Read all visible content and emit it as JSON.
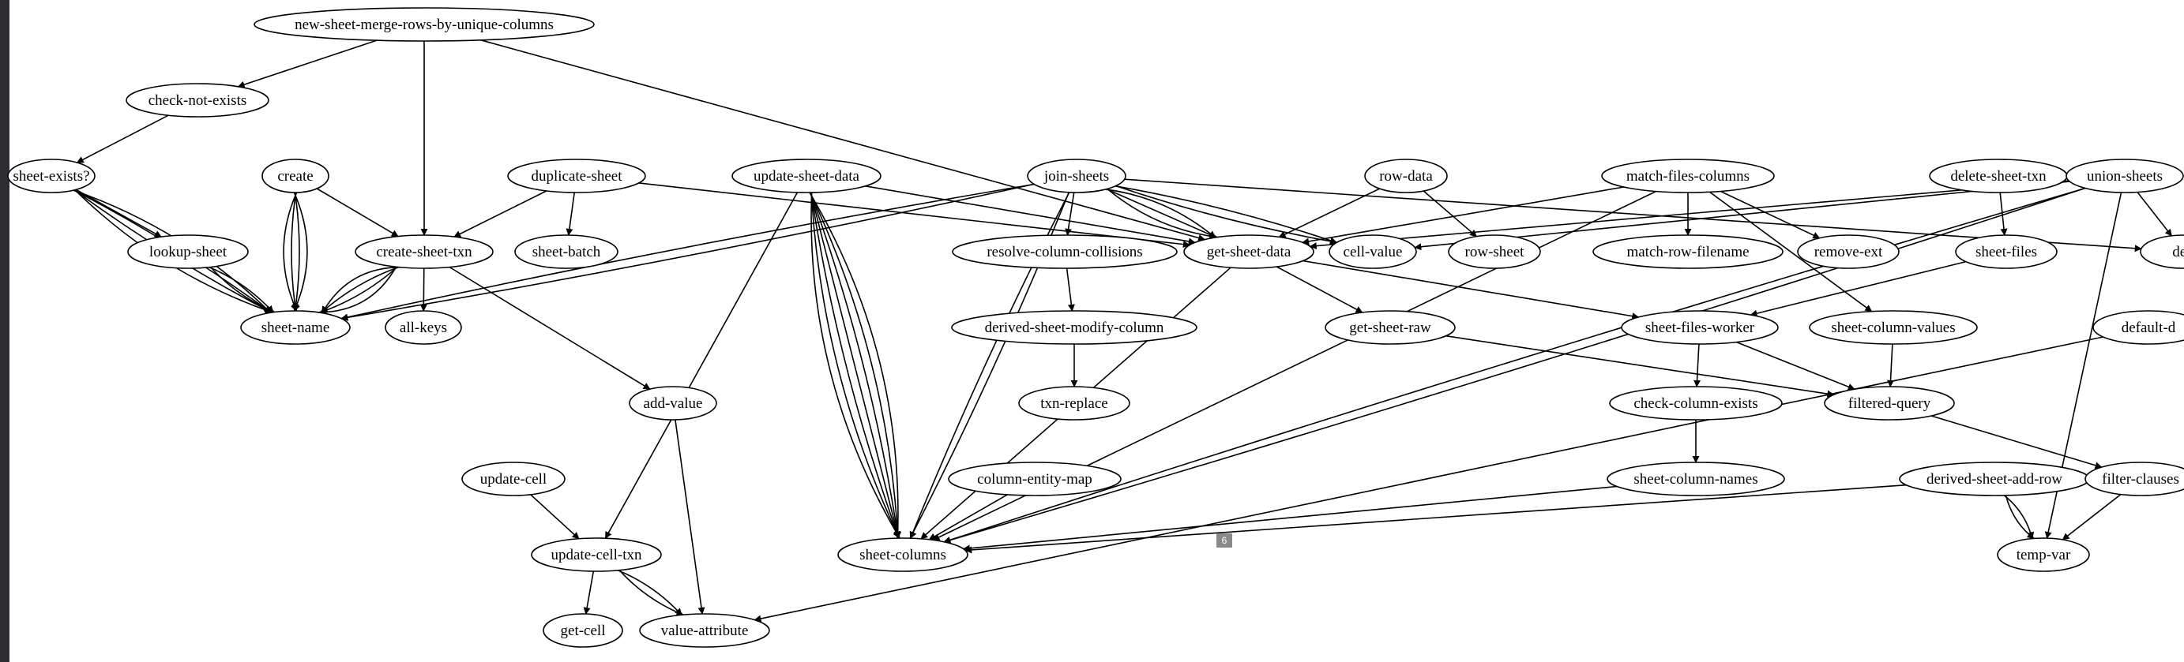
{
  "nodes": [
    {
      "id": "new-sheet-merge-rows-by-unique-columns",
      "label": "new-sheet-merge-rows-by-unique-columns"
    },
    {
      "id": "check-not-exists",
      "label": "check-not-exists"
    },
    {
      "id": "sheet-exists?",
      "label": "sheet-exists?"
    },
    {
      "id": "create",
      "label": "create"
    },
    {
      "id": "duplicate-sheet",
      "label": "duplicate-sheet"
    },
    {
      "id": "update-sheet-data",
      "label": "update-sheet-data"
    },
    {
      "id": "join-sheets",
      "label": "join-sheets"
    },
    {
      "id": "row-data",
      "label": "row-data"
    },
    {
      "id": "match-files-columns",
      "label": "match-files-columns"
    },
    {
      "id": "delete-sheet-txn",
      "label": "delete-sheet-txn"
    },
    {
      "id": "union-sheets",
      "label": "union-sheets"
    },
    {
      "id": "lookup-sheet",
      "label": "lookup-sheet"
    },
    {
      "id": "create-sheet-txn",
      "label": "create-sheet-txn"
    },
    {
      "id": "sheet-batch",
      "label": "sheet-batch"
    },
    {
      "id": "resolve-column-collisions",
      "label": "resolve-column-collisions"
    },
    {
      "id": "get-sheet-data",
      "label": "get-sheet-data"
    },
    {
      "id": "cell-value",
      "label": "cell-value"
    },
    {
      "id": "row-sheet",
      "label": "row-sheet"
    },
    {
      "id": "match-row-filename",
      "label": "match-row-filename"
    },
    {
      "id": "remove-ext",
      "label": "remove-ext"
    },
    {
      "id": "sheet-files",
      "label": "sheet-files"
    },
    {
      "id": "deri",
      "label": "deri"
    },
    {
      "id": "sheet-name",
      "label": "sheet-name"
    },
    {
      "id": "all-keys",
      "label": "all-keys"
    },
    {
      "id": "derived-sheet-modify-column",
      "label": "derived-sheet-modify-column"
    },
    {
      "id": "get-sheet-raw",
      "label": "get-sheet-raw"
    },
    {
      "id": "sheet-files-worker",
      "label": "sheet-files-worker"
    },
    {
      "id": "sheet-column-values",
      "label": "sheet-column-values"
    },
    {
      "id": "default-d",
      "label": "default-d"
    },
    {
      "id": "add-value",
      "label": "add-value"
    },
    {
      "id": "txn-replace",
      "label": "txn-replace"
    },
    {
      "id": "check-column-exists",
      "label": "check-column-exists"
    },
    {
      "id": "filtered-query",
      "label": "filtered-query"
    },
    {
      "id": "update-cell",
      "label": "update-cell"
    },
    {
      "id": "column-entity-map",
      "label": "column-entity-map"
    },
    {
      "id": "sheet-column-names",
      "label": "sheet-column-names"
    },
    {
      "id": "derived-sheet-add-row",
      "label": "derived-sheet-add-row"
    },
    {
      "id": "filter-clauses",
      "label": "filter-clauses"
    },
    {
      "id": "update-cell-txn",
      "label": "update-cell-txn"
    },
    {
      "id": "sheet-columns",
      "label": "sheet-columns"
    },
    {
      "id": "temp-var",
      "label": "temp-var"
    },
    {
      "id": "get-cell",
      "label": "get-cell"
    },
    {
      "id": "value-attribute",
      "label": "value-attribute"
    }
  ],
  "edges": [
    [
      "new-sheet-merge-rows-by-unique-columns",
      "check-not-exists"
    ],
    [
      "new-sheet-merge-rows-by-unique-columns",
      "create-sheet-txn"
    ],
    [
      "new-sheet-merge-rows-by-unique-columns",
      "get-sheet-data"
    ],
    [
      "check-not-exists",
      "sheet-exists?"
    ],
    [
      "sheet-exists?",
      "lookup-sheet"
    ],
    [
      "sheet-exists?",
      "sheet-name"
    ],
    [
      "sheet-exists?",
      "sheet-name"
    ],
    [
      "sheet-exists?",
      "sheet-name"
    ],
    [
      "sheet-exists?",
      "sheet-name"
    ],
    [
      "lookup-sheet",
      "sheet-name"
    ],
    [
      "lookup-sheet",
      "sheet-name"
    ],
    [
      "create",
      "sheet-name"
    ],
    [
      "create",
      "sheet-name"
    ],
    [
      "create",
      "sheet-name"
    ],
    [
      "create",
      "sheet-name"
    ],
    [
      "create",
      "create-sheet-txn"
    ],
    [
      "create-sheet-txn",
      "sheet-name"
    ],
    [
      "create-sheet-txn",
      "sheet-name"
    ],
    [
      "create-sheet-txn",
      "sheet-name"
    ],
    [
      "create-sheet-txn",
      "sheet-name"
    ],
    [
      "create-sheet-txn",
      "all-keys"
    ],
    [
      "create-sheet-txn",
      "add-value"
    ],
    [
      "duplicate-sheet",
      "create-sheet-txn"
    ],
    [
      "duplicate-sheet",
      "sheet-batch"
    ],
    [
      "duplicate-sheet",
      "get-sheet-data"
    ],
    [
      "update-sheet-data",
      "update-cell-txn"
    ],
    [
      "update-sheet-data",
      "sheet-columns"
    ],
    [
      "update-sheet-data",
      "sheet-columns"
    ],
    [
      "update-sheet-data",
      "sheet-columns"
    ],
    [
      "update-sheet-data",
      "sheet-columns"
    ],
    [
      "update-sheet-data",
      "sheet-columns"
    ],
    [
      "update-sheet-data",
      "sheet-columns"
    ],
    [
      "update-sheet-data",
      "sheet-columns"
    ],
    [
      "update-sheet-data",
      "get-sheet-data"
    ],
    [
      "join-sheets",
      "sheet-name"
    ],
    [
      "join-sheets",
      "sheet-name"
    ],
    [
      "join-sheets",
      "resolve-column-collisions"
    ],
    [
      "join-sheets",
      "sheet-columns"
    ],
    [
      "join-sheets",
      "sheet-columns"
    ],
    [
      "join-sheets",
      "get-sheet-data"
    ],
    [
      "join-sheets",
      "get-sheet-data"
    ],
    [
      "join-sheets",
      "get-sheet-data"
    ],
    [
      "join-sheets",
      "cell-value"
    ],
    [
      "join-sheets",
      "cell-value"
    ],
    [
      "join-sheets",
      "deri"
    ],
    [
      "row-data",
      "get-sheet-data"
    ],
    [
      "row-data",
      "row-sheet"
    ],
    [
      "match-files-columns",
      "get-sheet-data"
    ],
    [
      "match-files-columns",
      "match-row-filename"
    ],
    [
      "match-files-columns",
      "remove-ext"
    ],
    [
      "match-files-columns",
      "sheet-column-values"
    ],
    [
      "match-files-columns",
      "sheet-columns"
    ],
    [
      "delete-sheet-txn",
      "sheet-files"
    ],
    [
      "union-sheets",
      "get-sheet-data"
    ],
    [
      "union-sheets",
      "cell-value"
    ],
    [
      "union-sheets",
      "deri"
    ],
    [
      "union-sheets",
      "sheet-columns"
    ],
    [
      "union-sheets",
      "sheet-columns"
    ],
    [
      "union-sheets",
      "temp-var"
    ],
    [
      "resolve-column-collisions",
      "derived-sheet-modify-column"
    ],
    [
      "derived-sheet-modify-column",
      "txn-replace"
    ],
    [
      "get-sheet-data",
      "get-sheet-raw"
    ],
    [
      "get-sheet-data",
      "sheet-files-worker"
    ],
    [
      "get-sheet-data",
      "sheet-columns"
    ],
    [
      "get-sheet-raw",
      "filtered-query"
    ],
    [
      "sheet-files",
      "sheet-files-worker"
    ],
    [
      "sheet-files-worker",
      "check-column-exists"
    ],
    [
      "sheet-files-worker",
      "filtered-query"
    ],
    [
      "sheet-column-values",
      "filtered-query"
    ],
    [
      "check-column-exists",
      "sheet-column-names"
    ],
    [
      "filtered-query",
      "filter-clauses"
    ],
    [
      "sheet-column-names",
      "sheet-columns"
    ],
    [
      "derived-sheet-add-row",
      "sheet-columns"
    ],
    [
      "derived-sheet-add-row",
      "temp-var"
    ],
    [
      "derived-sheet-add-row",
      "temp-var"
    ],
    [
      "column-entity-map",
      "sheet-columns"
    ],
    [
      "update-cell",
      "update-cell-txn"
    ],
    [
      "update-cell-txn",
      "get-cell"
    ],
    [
      "update-cell-txn",
      "value-attribute"
    ],
    [
      "update-cell-txn",
      "value-attribute"
    ],
    [
      "add-value",
      "value-attribute"
    ]
  ],
  "offscreen_edges": [
    [
      "filter-clauses",
      "temp-var"
    ],
    [
      "default-d",
      "value-attribute"
    ]
  ],
  "badge": {
    "label": "6"
  }
}
